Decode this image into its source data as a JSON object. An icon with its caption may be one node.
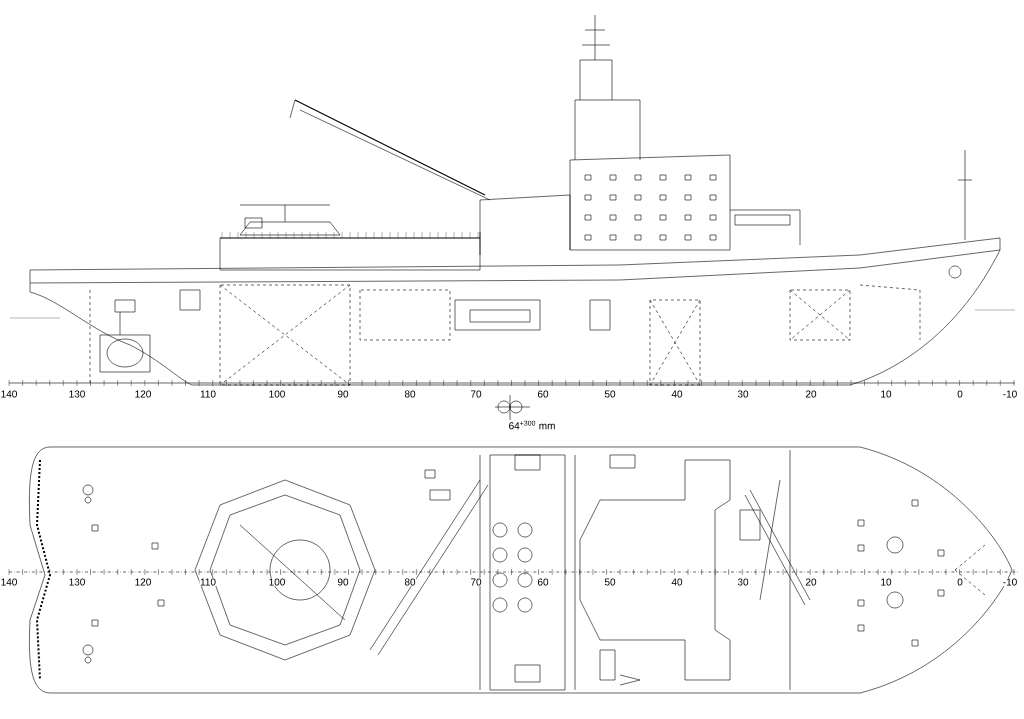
{
  "diagram": {
    "labels": [
      "140",
      "130",
      "120",
      "110",
      "100",
      "90",
      "80",
      "70",
      "60",
      "50",
      "40",
      "30",
      "20",
      "10",
      "0",
      "-10",
      "64$^{+300}$ mm",
      "140",
      "130",
      "120",
      "110",
      "100",
      "90",
      "80",
      "70",
      "60",
      "50",
      "40",
      "30",
      "20",
      "10",
      "0",
      "-10"
    ]
  }
}
